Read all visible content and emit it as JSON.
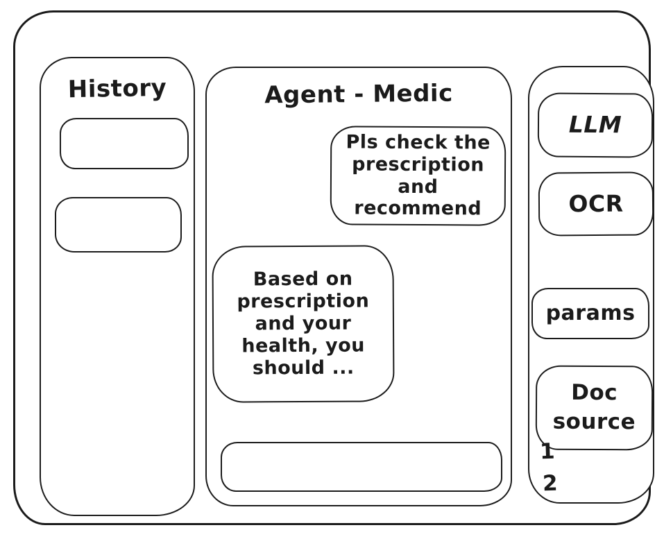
{
  "window": {
    "background_color": "#ffffff",
    "stroke_color": "#1b1b1b"
  },
  "history": {
    "title": "History",
    "items_count": 2
  },
  "chat": {
    "title": "Agent - Medic",
    "messages": [
      {
        "role": "user",
        "text": "Pls check the prescription and recommend"
      },
      {
        "role": "assistant",
        "text": "Based on prescription and your health, you should ..."
      }
    ],
    "input": {
      "value": ""
    }
  },
  "tools": {
    "buttons": [
      {
        "label": "LLM"
      },
      {
        "label": "OCR"
      },
      {
        "label": "params"
      },
      {
        "label": "Doc source"
      }
    ],
    "doc_items": [
      "1",
      "2"
    ]
  }
}
